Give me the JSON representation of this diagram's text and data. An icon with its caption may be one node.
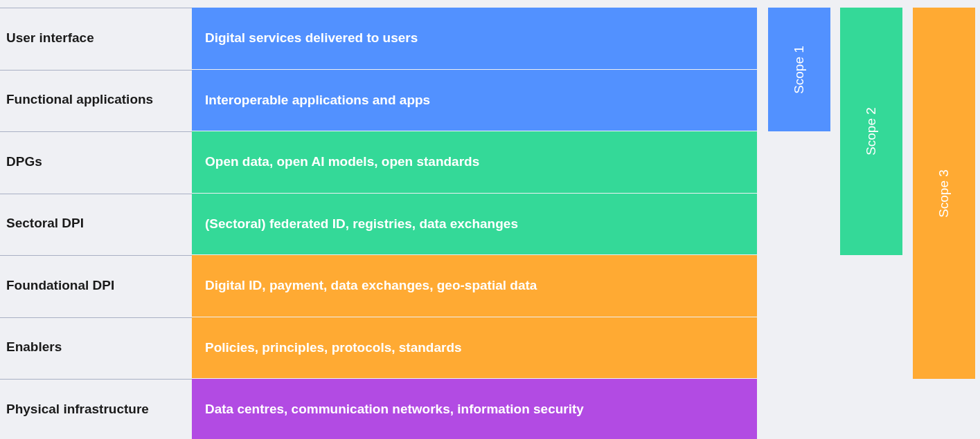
{
  "diagram": {
    "nodes": [
      {
        "text": [
          "Digital services delivered to users"
        ]
      },
      {
        "text": [
          "Interoperable applications and apps"
        ]
      },
      {
        "text": [
          "Open data, open AI models, open standards"
        ]
      },
      {
        "text": [
          "(Sectoral) federated ID, registries, data exchanges"
        ]
      },
      {
        "text": [
          "Digital ID, payment, data exchanges, geo-spatial data"
        ]
      },
      {
        "text": [
          "Policies, principles, protocols, standards"
        ]
      },
      {
        "text": [
          "Data centres, communication networks, information security"
        ]
      },
      {
        "text": [
          "Scope 1"
        ]
      },
      {
        "text": [
          "Scope 2"
        ]
      },
      {
        "text": [
          "Scope 3"
        ]
      }
    ],
    "labels": [
      "User interface",
      "Functional applications",
      "DPGs",
      "Sectoral DPI",
      "Foundational DPI",
      "Enablers",
      "Physical infrastructure"
    ]
  }
}
